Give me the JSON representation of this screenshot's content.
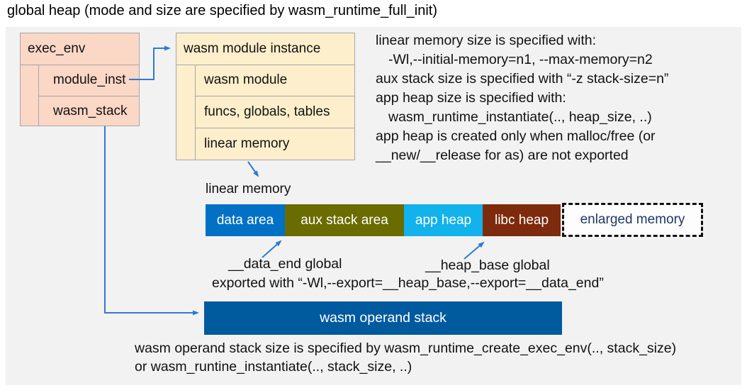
{
  "title": "global heap (mode and size are specified by wasm_runtime_full_init)",
  "exec_env": {
    "title": "exec_env",
    "fields": [
      "module_inst",
      "wasm_stack"
    ]
  },
  "module_instance": {
    "title": "wasm module instance",
    "fields": [
      "wasm module",
      "funcs, globals, tables",
      "linear memory"
    ]
  },
  "notes_right": {
    "lines": [
      "linear memory size is specified with:",
      "-Wl,--initial-memory=n1, --max-memory=n2",
      "aux stack size is specified with “-z stack-size=n”",
      "app heap size is specified with:",
      "wasm_runtime_instantiate(.., heap_size, ..)",
      "app heap is created only when malloc/free (or",
      "__new/__release for as) are not exported"
    ]
  },
  "linear_memory": {
    "label": "linear memory",
    "segments": [
      {
        "label": "data area",
        "color": "#0071C5"
      },
      {
        "label": "aux stack area",
        "color": "#6A6C00"
      },
      {
        "label": "app heap",
        "color": "#12B2EC"
      },
      {
        "label": "libc heap",
        "color": "#7E2A0C"
      }
    ],
    "enlarged": {
      "label": "enlarged memory",
      "text_color": "#203864"
    }
  },
  "annotations": {
    "data_end": "__data_end global",
    "heap_base": "__heap_base global",
    "exported": "exported with “-Wl,--export=__heap_base,--export=__data_end”"
  },
  "operand_stack": {
    "label": "wasm operand stack",
    "color": "#005A9E"
  },
  "notes_bottom": {
    "lines": [
      "wasm operand stack size is specified by wasm_runtime_create_exec_env(.., stack_size)",
      "or wasm_runtine_instantiate(.., stack_size, ..)"
    ]
  },
  "colors": {
    "panel_gray": "#F2F2F2",
    "box_pink": "#FBD7C6",
    "box_yellow": "#FDEFCB",
    "border_gray": "#A6A6A6",
    "connector_blue": "#2E7BCE"
  }
}
